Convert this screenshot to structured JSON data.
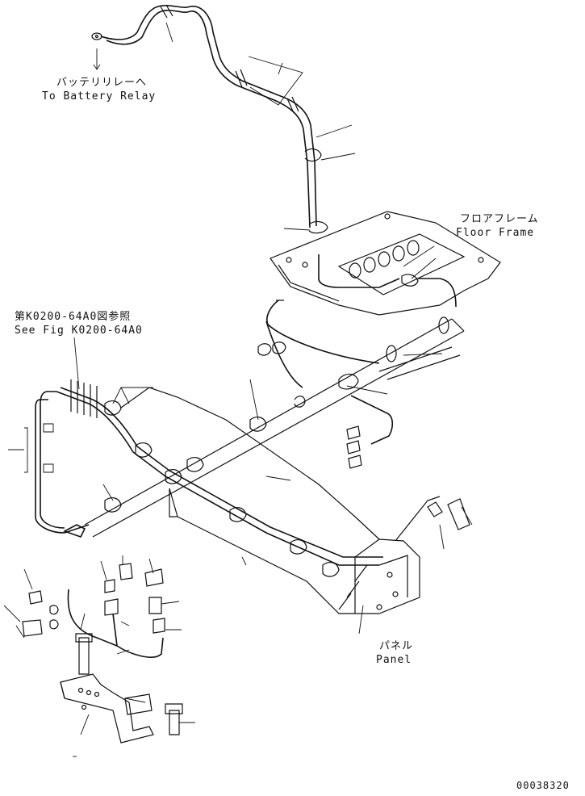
{
  "labels": {
    "battery_jp": "バッテリリレーへ",
    "battery_en": "To Battery Relay",
    "floor_jp": "フロアフレーム",
    "floor_en": "Floor Frame",
    "ref_jp": "第K0200-64A0図参照",
    "ref_en": "See Fig K0200-64A0",
    "panel_jp": "パネル",
    "panel_en": "Panel",
    "drawing_number": "00038320"
  }
}
